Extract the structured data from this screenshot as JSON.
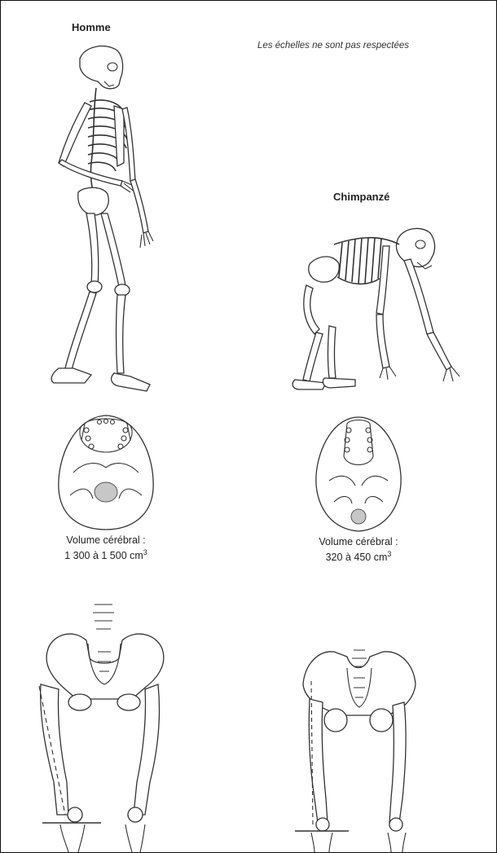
{
  "labels": {
    "human": "Homme",
    "chimp": "Chimpanzé",
    "scale_note": "Les échelles ne sont pas respectées"
  },
  "skulls": {
    "human_volume_line1": "Volume  cérébral :",
    "human_volume_line2": "1 300 à 1 500 cm",
    "human_volume_exp": "3",
    "chimp_volume_line1": "Volume  cérébral :",
    "chimp_volume_line2": "320 à 450 cm",
    "chimp_volume_exp": "3"
  },
  "colors": {
    "foramen_fill": "#c7c7c7",
    "line": "#333333"
  }
}
